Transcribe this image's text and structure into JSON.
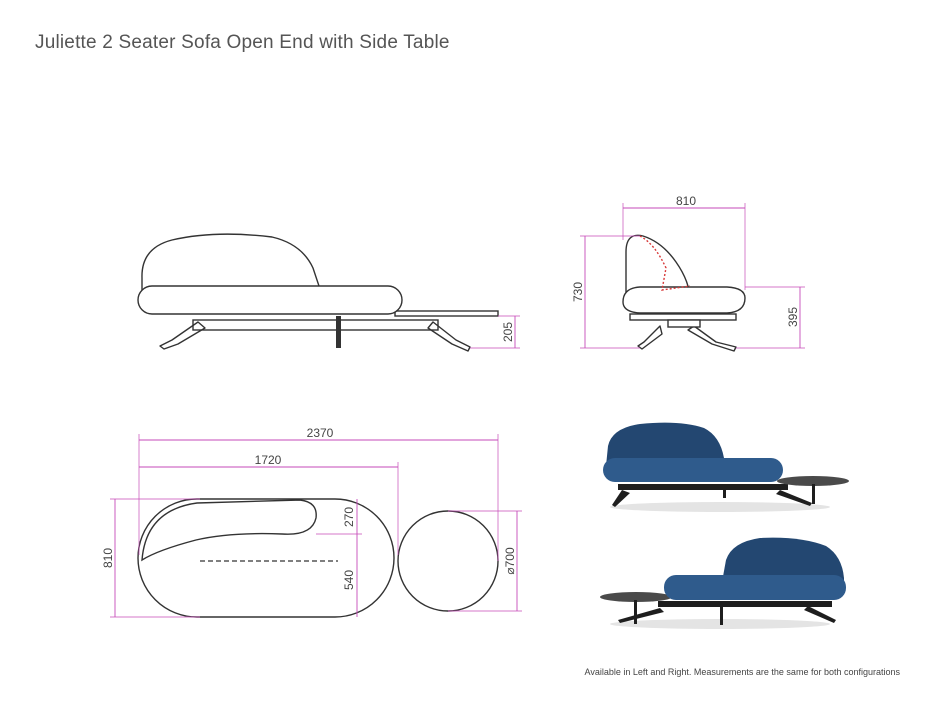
{
  "title": "Juliette 2 Seater Sofa Open End with Side Table",
  "footnote": "Available in Left and Right. Measurements are the same for both configurations",
  "dimensions": {
    "side_width": "810",
    "side_height": "730",
    "seat_height": "395",
    "table_height": "205",
    "total_length": "2370",
    "sofa_length": "1720",
    "depth": "810",
    "back_depth": "270",
    "seat_depth": "540",
    "table_diameter": "⌀700"
  },
  "colors": {
    "dimension_line": "#c64ab9",
    "fabric": "#2f5b8c",
    "outline": "#333333"
  }
}
